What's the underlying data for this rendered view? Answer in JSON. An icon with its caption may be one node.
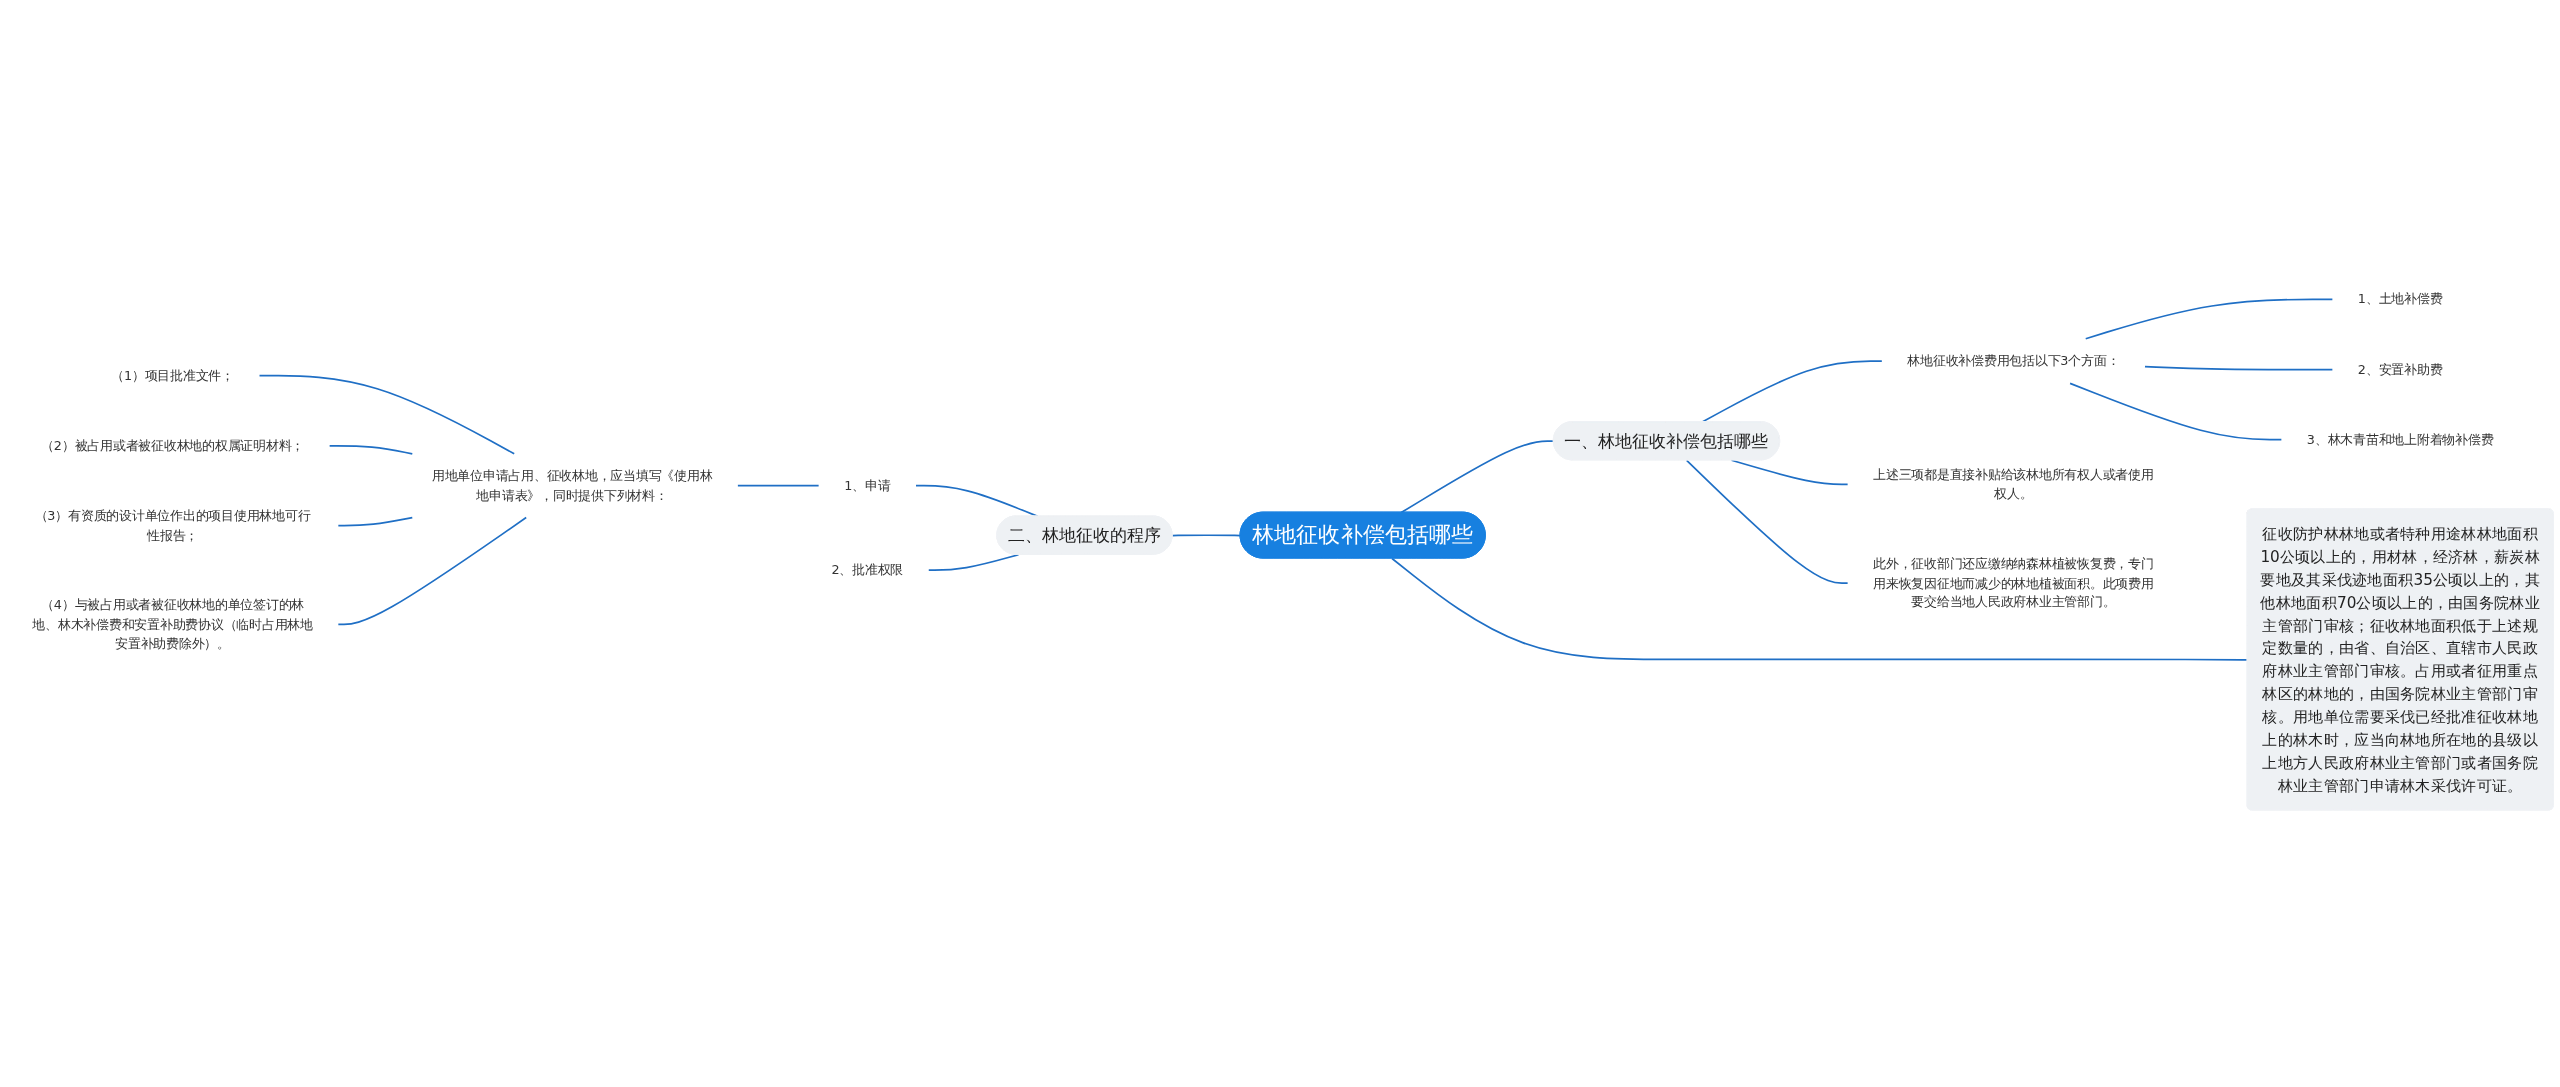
{
  "diagram": {
    "nodes": [
      {
        "text": [
          "林地征收补偿包括哪些"
        ]
      },
      {
        "text": [
          "一、林地征收补偿包括哪些"
        ]
      },
      {
        "text": [
          "林地征收补偿费用包括以下3个方面："
        ]
      },
      {
        "text": [
          "1、土地补偿费"
        ]
      },
      {
        "text": [
          "2、安置补助费"
        ]
      },
      {
        "text": [
          "3、林木青苗和地上附着物补偿费"
        ]
      },
      {
        "text": [
          "上述三项都是直接补贴给该林地所有权人或者使用权人。"
        ]
      },
      {
        "text": [
          "此外，征收部门还应缴纳纳森林植被恢复费，专门用来恢复因征地而减少的林地植被面积。此项费用要交给当地人民政府林业主管部门。"
        ]
      },
      {
        "text": [
          "征收防护林林地或者特种用途林林地面积10公顷以上的，用材林，经济林，薪炭林要地及其采伐迹地面积35公顷以上的，其他林地面积70公顷以上的，由国务院林业主管部门审核；征收林地面积低于上述规定数量的，由省、自治区、直辖市人民政府林业主管部门审核。占用或者征用重点林区的林地的，由国务院林业主管部门审核。用地单位需要采伐已经批准征收林地上的林木时，应当向林地所在地的县级以上地方人民政府林业主管部门或者国务院林业主管部门申请林木采伐许可证。"
        ]
      },
      {
        "text": [
          "二、林地征收的程序"
        ]
      },
      {
        "text": [
          "1、申请"
        ]
      },
      {
        "text": [
          "用地单位申请占用、征收林地，应当填写《使用林地申请表》，同时提供下列材料："
        ]
      },
      {
        "text": [
          "（1）项目批准文件；"
        ]
      },
      {
        "text": [
          "（2）被占用或者被征收林地的权属证明材料；"
        ]
      },
      {
        "text": [
          "（3）有资质的设计单位作出的项目使用林地可行性报告；"
        ]
      },
      {
        "text": [
          "（4）与被占用或者被征收林地的单位签订的林地、林木补偿费和安置补助费协议（临时占用林地安置补助费除外）。"
        ]
      },
      {
        "text": [
          "2、批准权限"
        ]
      }
    ],
    "edges": [
      {
        "from": 0,
        "to": 1,
        "arrow": "none"
      },
      {
        "from": 1,
        "to": 2,
        "arrow": "none"
      },
      {
        "from": 2,
        "to": 3,
        "arrow": "none"
      },
      {
        "from": 2,
        "to": 4,
        "arrow": "none"
      },
      {
        "from": 2,
        "to": 5,
        "arrow": "none"
      },
      {
        "from": 1,
        "to": 6,
        "arrow": "none"
      },
      {
        "from": 1,
        "to": 7,
        "arrow": "none"
      },
      {
        "from": 0,
        "to": 8,
        "arrow": "none"
      },
      {
        "from": 9,
        "to": 0,
        "arrow": "none"
      },
      {
        "from": 10,
        "to": 9,
        "arrow": "none"
      },
      {
        "from": 11,
        "to": 10,
        "arrow": "none"
      },
      {
        "from": 12,
        "to": 11,
        "arrow": "none"
      },
      {
        "from": 13,
        "to": 11,
        "arrow": "none"
      },
      {
        "from": 14,
        "to": 11,
        "arrow": "none"
      },
      {
        "from": 15,
        "to": 11,
        "arrow": "none"
      },
      {
        "from": 16,
        "to": 9,
        "arrow": "none"
      }
    ]
  }
}
